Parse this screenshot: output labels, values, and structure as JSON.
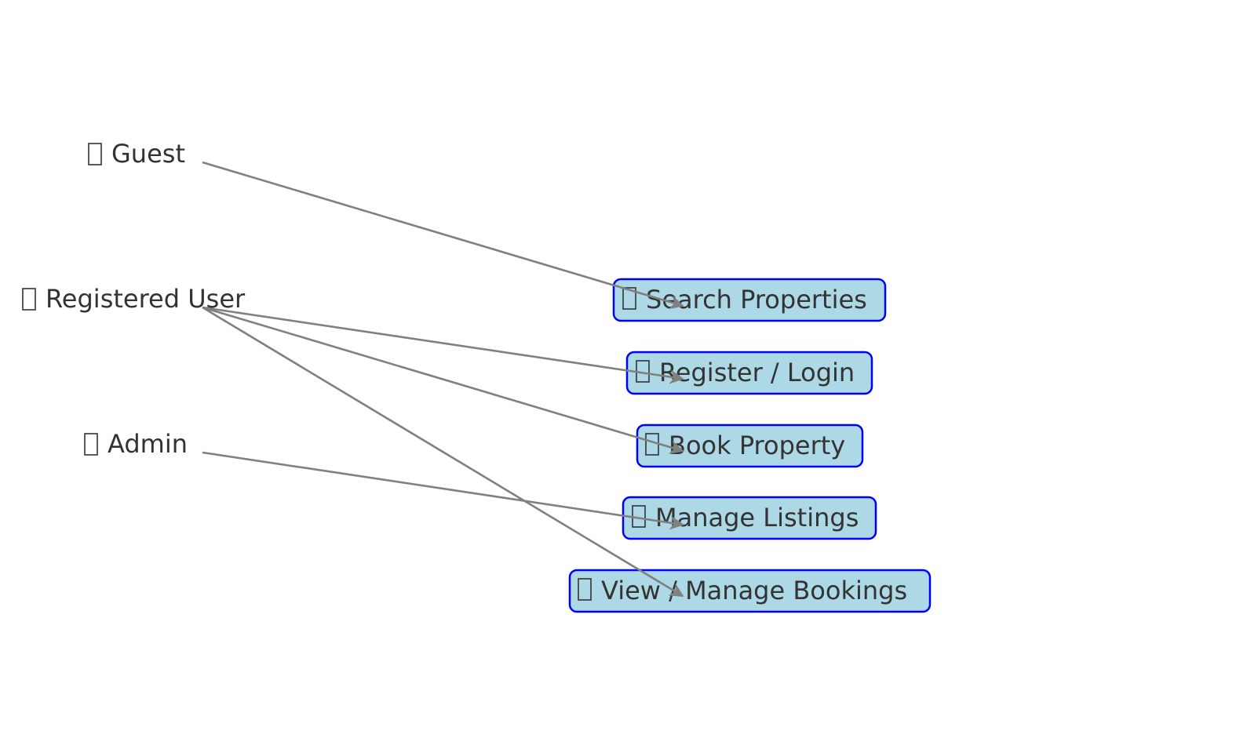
{
  "actors": [
    {
      "id": "guest",
      "label": "Guest",
      "icon": "missing-glyph-icon"
    },
    {
      "id": "registered",
      "label": "Registered User",
      "icon": "missing-glyph-icon"
    },
    {
      "id": "admin",
      "label": "Admin",
      "icon": "missing-glyph-icon"
    }
  ],
  "use_cases": [
    {
      "id": "search",
      "label": "Search Properties",
      "icon": "missing-glyph-icon"
    },
    {
      "id": "register",
      "label": "Register / Login",
      "icon": "missing-glyph-icon"
    },
    {
      "id": "book",
      "label": "Book Property",
      "icon": "missing-glyph-icon"
    },
    {
      "id": "listings",
      "label": "Manage Listings",
      "icon": "missing-glyph-icon"
    },
    {
      "id": "bookings",
      "label": "View / Manage Bookings",
      "icon": "missing-glyph-icon"
    }
  ],
  "edges": [
    {
      "from": "guest",
      "to": "search"
    },
    {
      "from": "registered",
      "to": "register"
    },
    {
      "from": "registered",
      "to": "book"
    },
    {
      "from": "registered",
      "to": "bookings"
    },
    {
      "from": "admin",
      "to": "listings"
    }
  ],
  "colors": {
    "box_fill": "#add8e6",
    "box_border": "#0000ff",
    "edge": "#808080",
    "text": "#333333"
  }
}
